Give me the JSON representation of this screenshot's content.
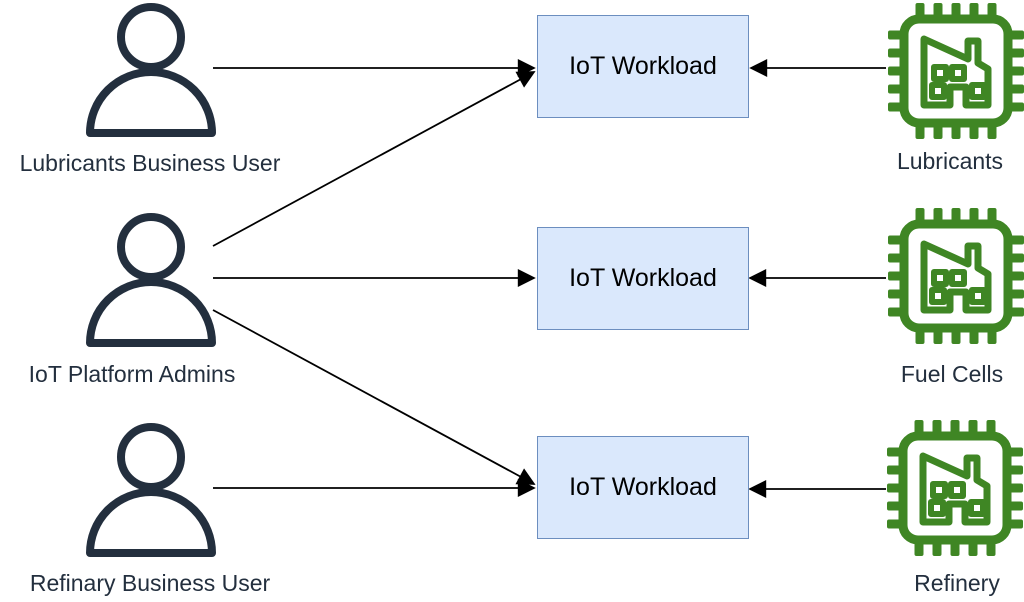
{
  "diagram": {
    "rows": [
      {
        "actor_label": "Lubricants Business User",
        "workload_label": "IoT Workload",
        "thing_label": "Lubricants"
      },
      {
        "actor_label": "IoT Platform Admins",
        "workload_label": "IoT Workload",
        "thing_label": "Fuel Cells"
      },
      {
        "actor_label": "Refinary Business User",
        "workload_label": "IoT Workload",
        "thing_label": "Refinery"
      }
    ],
    "icons": {
      "actor": "person-icon",
      "thing": "factory-chip-icon"
    },
    "colors": {
      "actor_stroke": "#232F3E",
      "label_text": "#232F3E",
      "workload_fill": "#DAE8FC",
      "workload_border": "#6C8EBF",
      "workload_text": "#000000",
      "thing_green": "#3F8624",
      "arrow": "#000000",
      "background": "#FFFFFF"
    }
  }
}
